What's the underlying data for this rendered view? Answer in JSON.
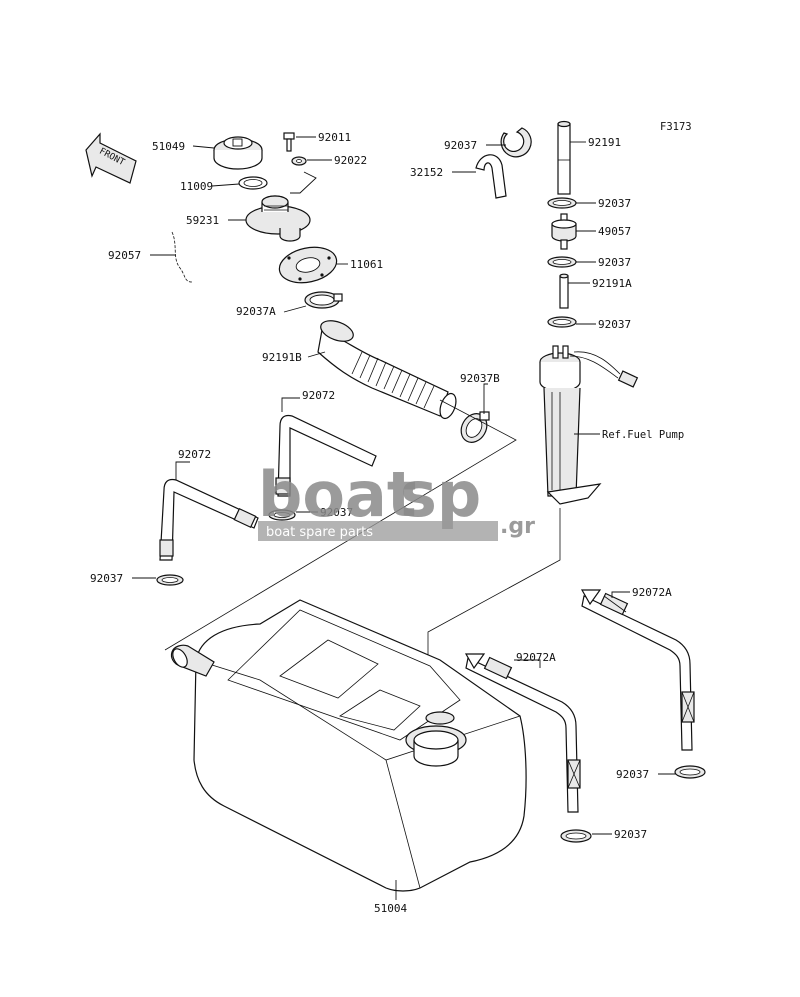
{
  "figure_code": "F3173",
  "front_label": "FRONT",
  "callouts": {
    "p51049": "51049",
    "p92011": "92011",
    "p92022": "92022",
    "p11009": "11009",
    "p59231": "59231",
    "p92057": "92057",
    "p11061": "11061",
    "p92037A": "92037A",
    "p92191B": "92191B",
    "p92037B": "92037B",
    "p92037_top": "92037",
    "p32152": "32152",
    "p92191": "92191",
    "p92037_r1": "92037",
    "p49057": "49057",
    "p92037_r2": "92037",
    "p92191A": "92191A",
    "p92037_r3": "92037",
    "ref_fuel_pump": "Ref.Fuel Pump",
    "p92072_a": "92072",
    "p92072_b": "92072",
    "p92037_mid": "92037",
    "p92037_left": "92037",
    "p92072A_a": "92072A",
    "p92072A_b": "92072A",
    "p92037_br1": "92037",
    "p92037_br2": "92037",
    "p51004": "51004"
  },
  "watermark": {
    "brand_a": "boat",
    "brand_b": "sp",
    "tld": ".gr",
    "tagline": "boat spare parts"
  }
}
